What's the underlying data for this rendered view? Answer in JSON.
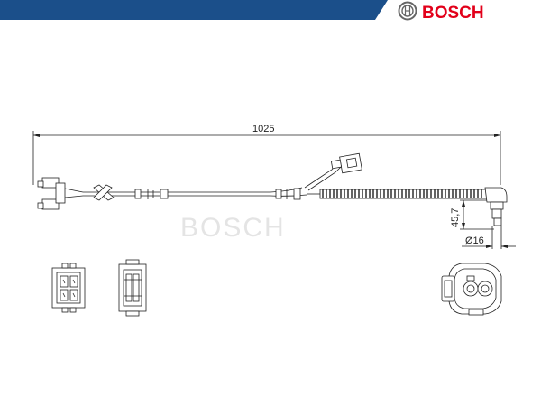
{
  "header": {
    "brand_name": "BOSCH",
    "band_color": "#1b4f8a",
    "brand_color": "#e2001a"
  },
  "watermark": {
    "text": "BOSCH"
  },
  "dimensions": {
    "overall_length": "1025",
    "sensor_height": "45,7",
    "sensor_diameter": "Ø16"
  }
}
